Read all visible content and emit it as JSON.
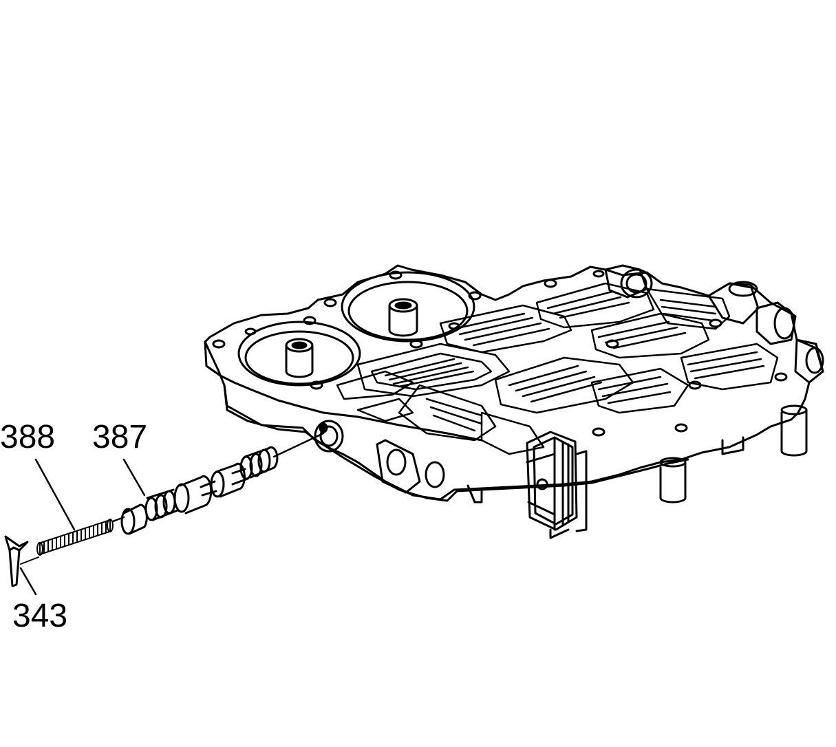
{
  "diagram": {
    "callouts": [
      {
        "id": "388",
        "label": "388"
      },
      {
        "id": "387",
        "label": "387"
      },
      {
        "id": "343",
        "label": "343"
      }
    ]
  },
  "colors": {
    "line": "#000000",
    "background": "#ffffff"
  }
}
